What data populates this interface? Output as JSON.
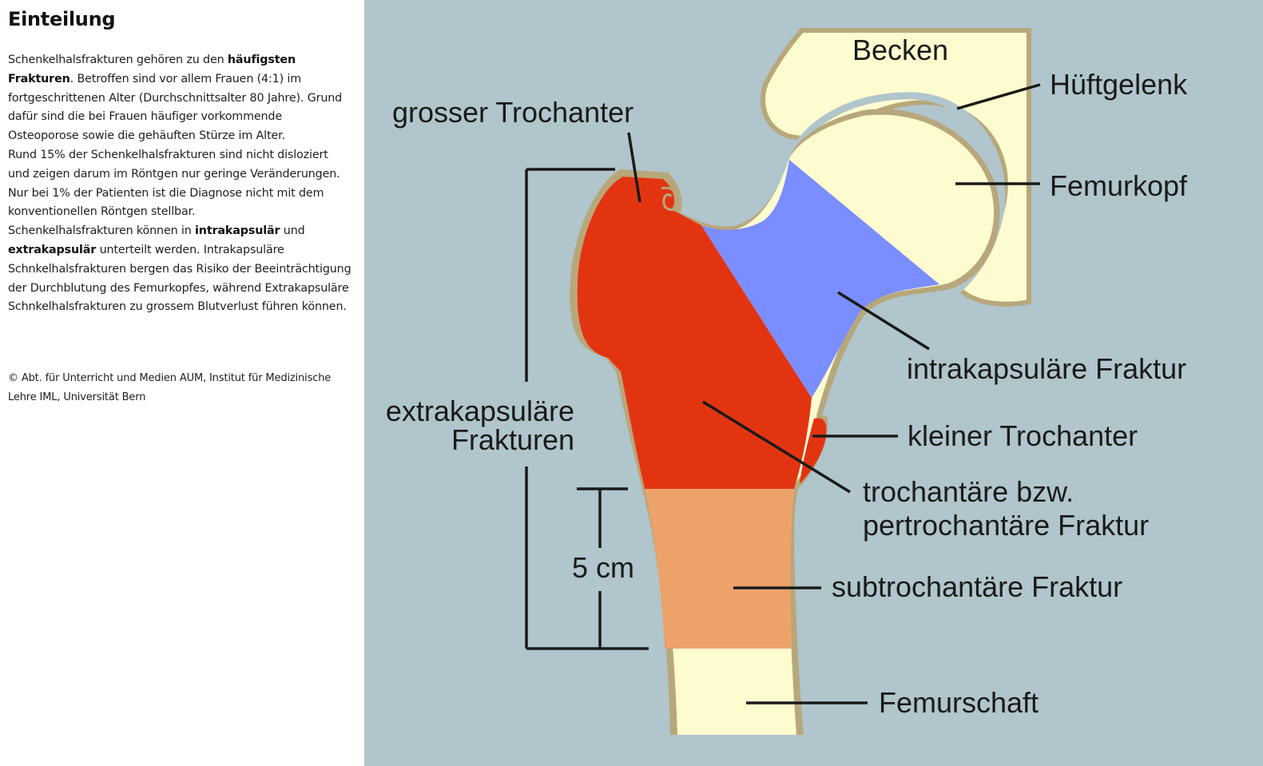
{
  "article": {
    "heading": "Einteilung",
    "paragraphs": [
      [
        {
          "t": "Schenkelhalsfrakturen gehören zu den ",
          "b": false
        },
        {
          "t": "häufigsten Frakturen",
          "b": true
        },
        {
          "t": ". Betroffen sind vor allem Frauen (4:1) im fortgeschrittenen Alter (Durchschnittsalter 80 Jahre). Grund dafür sind die bei Frauen häufiger vorkommende Osteoporose sowie die gehäuften Stürze im Alter.",
          "b": false
        }
      ],
      [
        {
          "t": "Rund 15% der Schenkelhalsfrakturen sind nicht disloziert und zeigen darum im Röntgen nur geringe Veränderungen. Nur bei 1% der Patienten ist die Diagnose nicht mit dem konventionellen Röntgen stellbar.",
          "b": false
        }
      ],
      [
        {
          "t": "Schenkelhalsfrakturen können in ",
          "b": false
        },
        {
          "t": "intrakapsulär",
          "b": true
        },
        {
          "t": " und ",
          "b": false
        },
        {
          "t": "extrakapsulär",
          "b": true
        },
        {
          "t": " unterteilt werden. Intrakapsuläre Schnkelhalsfrakturen bergen das Risiko der Beeinträchtigung der Durchblutung des Femurkopfes, während Extrakapsuläre Schnkelhalsfrakturen zu grossem Blutverlust führen können.",
          "b": false
        }
      ]
    ],
    "copyright": "© Abt. für Unterricht und Medien AUM, Institut für Medizinische Lehre IML, Universität Bern"
  },
  "diagram": {
    "colors": {
      "background": "#b0c5cc",
      "bone": "#fdfccf",
      "bone_outline": "#b8a77a",
      "extracapsular_trochanteric": "#e33412",
      "intracapsular": "#7b8eff",
      "subtrochanteric": "#eda26a",
      "leader": "#1a1a1a"
    },
    "labels": {
      "becken": "Becken",
      "hueftgelenk": "Hüftgelenk",
      "femurkopf": "Femurkopf",
      "grosser_trochanter": "grosser Trochanter",
      "intrakapsulaere_fraktur": "intrakapsuläre Fraktur",
      "extrakapsulaere_line1": "extrakapsuläre",
      "extrakapsulaere_line2": "Frakturen",
      "kleiner_trochanter": "kleiner Trochanter",
      "trochantaere_line1": "trochantäre bzw.",
      "trochantaere_line2": "pertrochantäre Fraktur",
      "subtrochantaere_fraktur": "subtrochantäre Fraktur",
      "cm_measure": "5 cm",
      "femurschaft": "Femurschaft"
    }
  }
}
